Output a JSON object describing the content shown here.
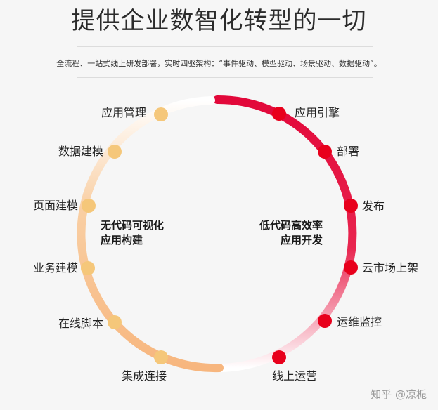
{
  "header": {
    "title": "提供企业数智化转型的一切",
    "subtitle": "全流程、一站式线上研发部署，实时四驱架构：“事件驱动、模型驱动、场景驱动、数据驱动”。"
  },
  "diagram": {
    "left_group": {
      "title_line1": "无代码可视化",
      "title_line2": "应用构建",
      "items": [
        "应用管理",
        "数据建模",
        "页面建模",
        "业务建模",
        "在线脚本",
        "集成连接"
      ]
    },
    "right_group": {
      "title_line1": "低代码高效率",
      "title_line2": "应用开发",
      "items": [
        "应用引擎",
        "部署",
        "发布",
        "云市场上架",
        "运维监控",
        "线上运营"
      ]
    }
  },
  "colors": {
    "left_node": "#f5c77a",
    "right_node": "#e8001c",
    "ring_red": "#e20b3a",
    "ring_orange": "#f7c090"
  },
  "watermark": "知乎 @凉栀"
}
